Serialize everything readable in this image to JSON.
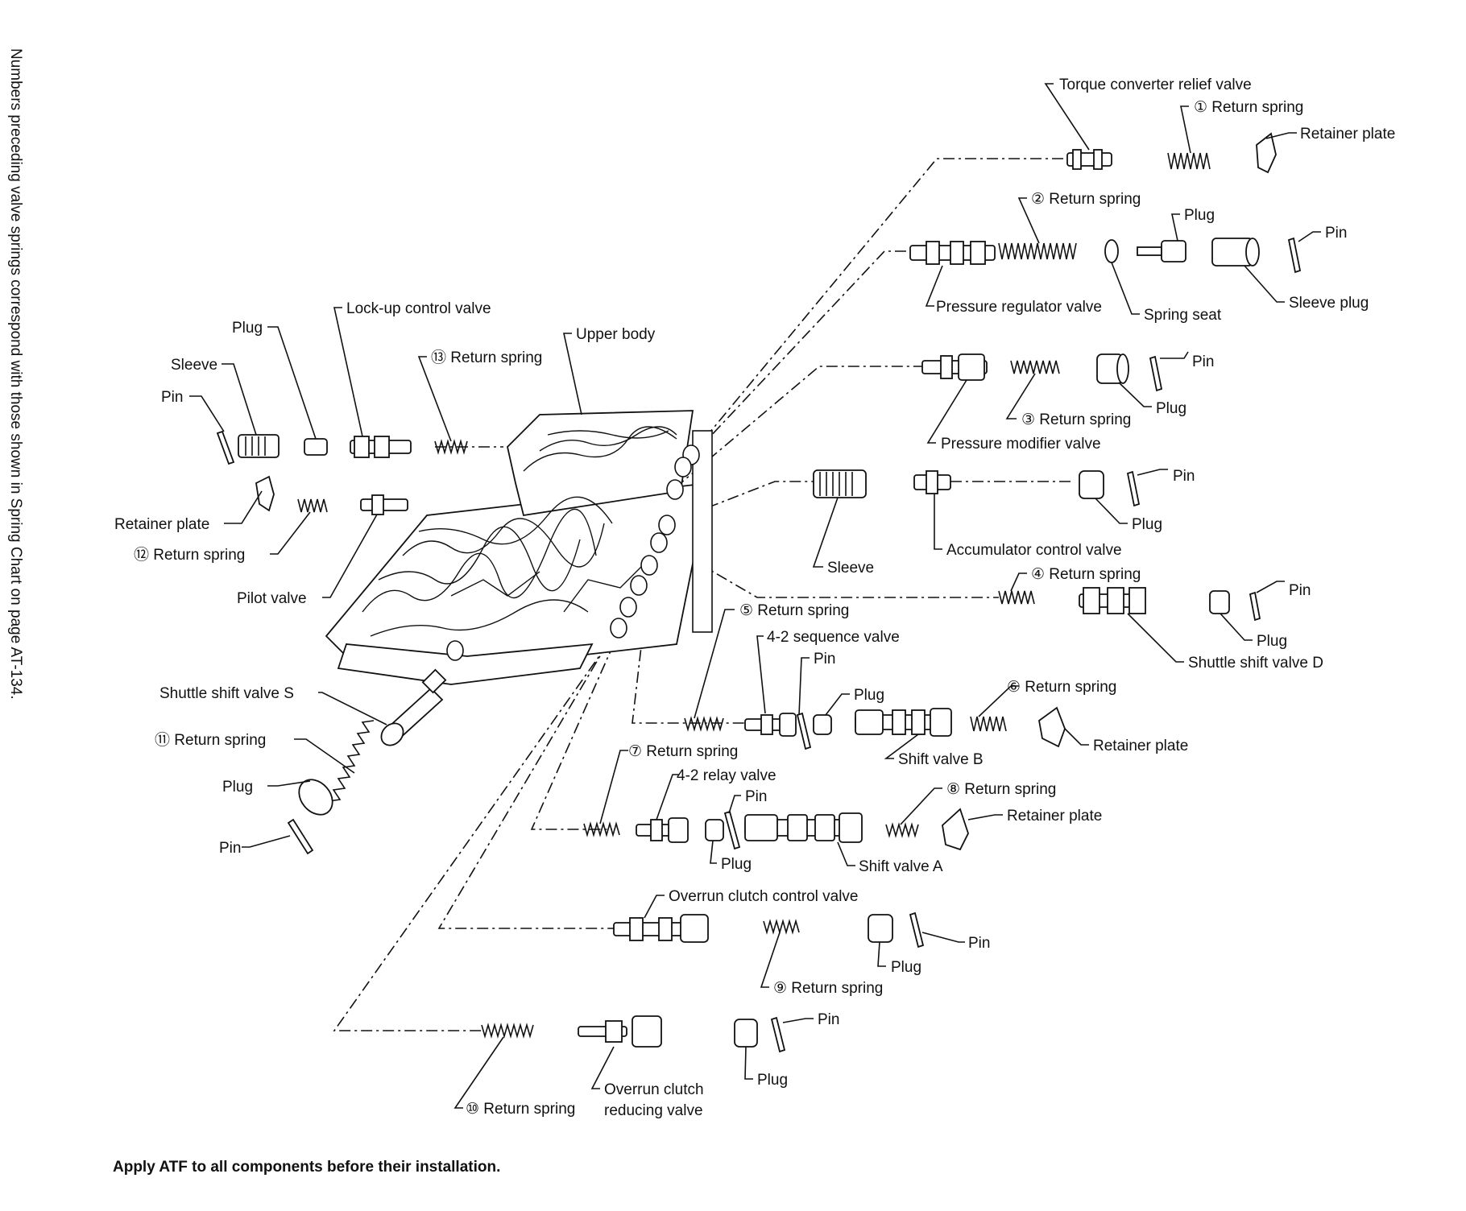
{
  "side_note": "Numbers preceding valve springs correspond with those shown in Spring Chart on page AT-134.",
  "footer_note": "Apply ATF to all components before their installation.",
  "labels": {
    "torque_converter_relief_valve": "Torque converter relief valve",
    "return_spring_1": "① Return spring",
    "retainer_plate_top": "Retainer plate",
    "return_spring_2": "② Return spring",
    "plug_top": "Plug",
    "pin_top": "Pin",
    "pressure_regulator_valve": "Pressure regulator valve",
    "spring_seat": "Spring seat",
    "sleeve_plug": "Sleeve plug",
    "pin_modifier": "Pin",
    "plug_modifier": "Plug",
    "return_spring_3": "③ Return spring",
    "pressure_modifier_valve": "Pressure modifier valve",
    "pin_accumulator": "Pin",
    "plug_accumulator": "Plug",
    "accumulator_control_valve": "Accumulator control valve",
    "sleeve_accumulator": "Sleeve",
    "return_spring_4": "④ Return spring",
    "pin_shuttle_d": "Pin",
    "plug_shuttle_d": "Plug",
    "shuttle_shift_valve_d": "Shuttle shift valve D",
    "return_spring_5": "⑤ Return spring",
    "sequence_valve_4_2": "4-2 sequence valve",
    "pin_sequence": "Pin",
    "plug_sequence": "Plug",
    "return_spring_6": "⑥ Return spring",
    "shift_valve_b": "Shift valve B",
    "retainer_plate_b": "Retainer plate",
    "return_spring_7": "⑦ Return spring",
    "relay_valve_4_2": "4-2 relay valve",
    "pin_relay": "Pin",
    "plug_relay": "Plug",
    "return_spring_8": "⑧ Return spring",
    "retainer_plate_a": "Retainer plate",
    "shift_valve_a": "Shift valve A",
    "overrun_clutch_control_valve": "Overrun clutch control valve",
    "pin_overrun": "Pin",
    "plug_overrun": "Plug",
    "return_spring_9": "⑨ Return spring",
    "pin_reducing": "Pin",
    "plug_reducing": "Plug",
    "return_spring_10": "⑩ Return spring",
    "overrun_clutch": "Overrun clutch",
    "reducing_valve": "reducing valve",
    "lock_up_control_valve": "Lock-up control valve",
    "upper_body": "Upper body",
    "plug_left": "Plug",
    "sleeve_left": "Sleeve",
    "pin_left": "Pin",
    "return_spring_13": "⑬ Return spring",
    "retainer_plate_left": "Retainer plate",
    "return_spring_12": "⑫ Return spring",
    "pilot_valve": "Pilot valve",
    "shuttle_shift_valve_s": "Shuttle shift valve S",
    "return_spring_11": "⑪ Return spring",
    "plug_bottom_left": "Plug",
    "pin_bottom_left": "Pin"
  }
}
